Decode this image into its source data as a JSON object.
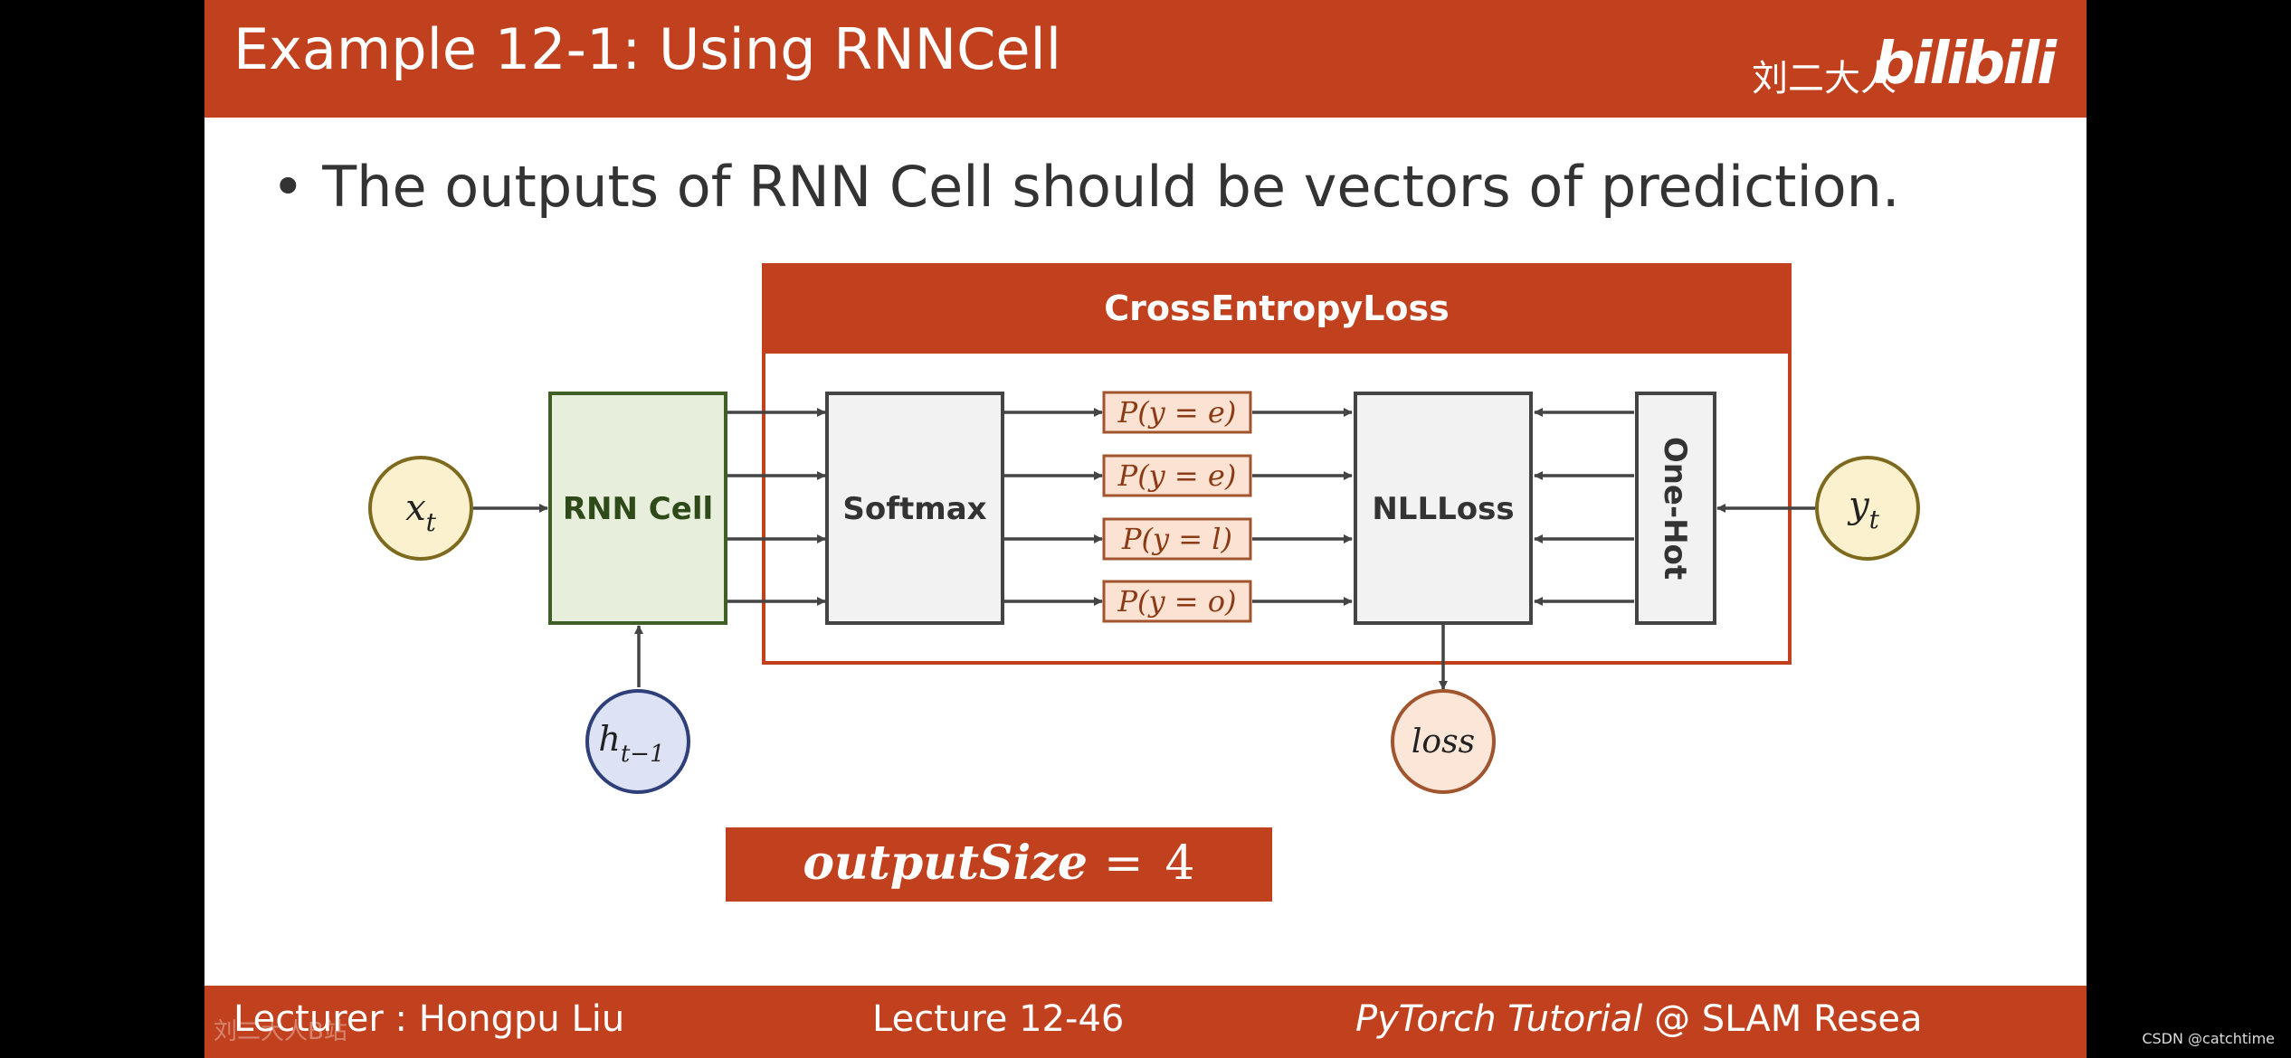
{
  "header": {
    "title": "Example 12-1: Using RNNCell",
    "brand_cn": "刘二大人",
    "brand_logo": "bilibili"
  },
  "bullet": "• The outputs of RNN Cell should be vectors of prediction.",
  "diagram": {
    "loss_box_title": "CrossEntropyLoss",
    "input": "x",
    "input_sub": "t",
    "hidden": "h",
    "hidden_sub": "t−1",
    "rnn_cell": "RNN Cell",
    "softmax": "Softmax",
    "predictions": [
      "P(y = e)",
      "P(y = e)",
      "P(y = l)",
      "P(y = o)"
    ],
    "nllloss": "NLLLoss",
    "onehot": "One-Hot",
    "target": "y",
    "target_sub": "t",
    "loss": "loss"
  },
  "output_size": {
    "label": "outputSize",
    "eq": "=",
    "value": "4"
  },
  "footer": {
    "lecturer": "Lecturer : Hongpu Liu",
    "lecture": "Lecture 12-46",
    "tutorial_italic": "PyTorch Tutorial",
    "tutorial_rest": " @ SLAM Resea",
    "watermark": "刘二大人B站"
  },
  "credit": "CSDN @catchtime​",
  "colors": {
    "accent": "#c1411f",
    "rnn_fill": "#e7eedc",
    "rnn_stroke": "#3f5f25",
    "gray_fill": "#f2f2f2",
    "node_yellow": "#fbf1cf",
    "node_blue": "#dde3f4",
    "node_peach": "#fbe6d8",
    "pred_fill": "#fbe2d2"
  }
}
